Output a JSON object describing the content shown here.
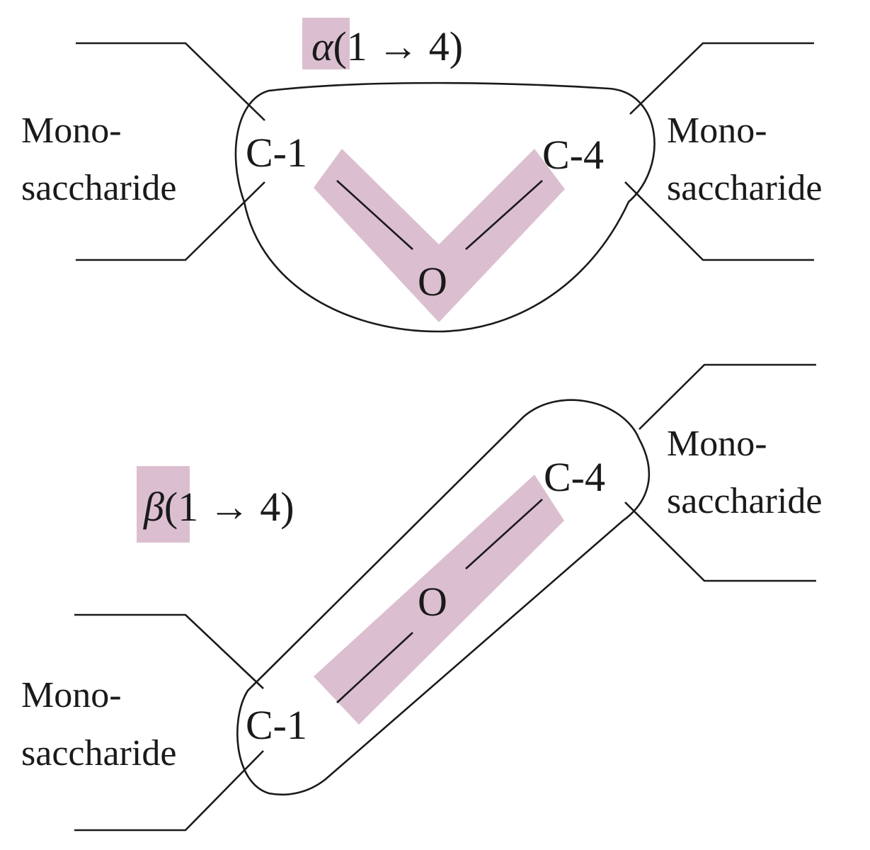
{
  "colors": {
    "highlight": "#dbbfd0",
    "ink": "#1a1a1a",
    "background": "#ffffff"
  },
  "alpha_panel": {
    "linkage": {
      "greek": "α",
      "rest": "(1 → 4)"
    },
    "left_monosaccharide": [
      "Mono-",
      "saccharide"
    ],
    "right_monosaccharide": [
      "Mono-",
      "saccharide"
    ],
    "carbon_left": "C-1",
    "carbon_right": "C-4",
    "oxygen": "O"
  },
  "beta_panel": {
    "linkage": {
      "greek": "β",
      "rest": "(1 → 4)"
    },
    "left_monosaccharide": [
      "Mono-",
      "saccharide"
    ],
    "right_monosaccharide": [
      "Mono-",
      "saccharide"
    ],
    "carbon_left": "C-1",
    "carbon_right": "C-4",
    "oxygen": "O"
  }
}
